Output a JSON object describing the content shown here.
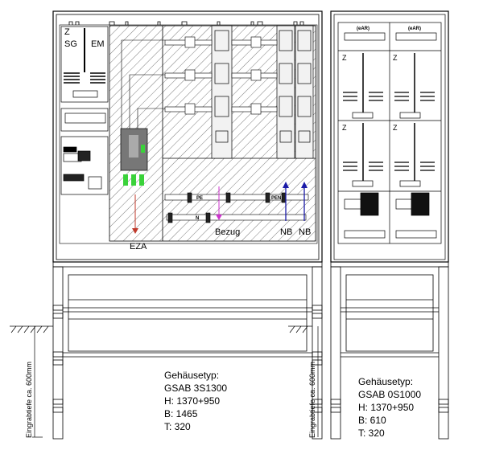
{
  "main_cabinet": {
    "meter_labels": {
      "z": "Z",
      "sg": "SG",
      "em": "EM"
    },
    "feed_label": "EZA",
    "consumption_label": "Bezug",
    "grid_labels": [
      "NB",
      "NB"
    ],
    "busbar_labels": {
      "pe": "PE",
      "pen": "PEN",
      "n": "N"
    },
    "depth_note": "Eingrabtiefe ca. 600mm",
    "info": {
      "title": "Gehäusetyp:",
      "type": "GSAB 3S1300",
      "height": "H: 1370+950",
      "width": "B: 1465",
      "depth": "T: 320"
    }
  },
  "side_cabinet": {
    "top_labels": [
      "(eAR)",
      "(eAR)"
    ],
    "meter_labels": [
      "Z",
      "Z",
      "Z",
      "Z"
    ],
    "depth_note": "Eingrabtiefe ca. 600mm",
    "info": {
      "title": "Gehäusetyp:",
      "type": "GSAB 0S1000",
      "height": "H: 1370+950",
      "width": "B: 610",
      "depth": "T: 320"
    }
  },
  "colors": {
    "feed_arrow": "#c0392b",
    "consumption_arrow": "#cc33cc",
    "grid_arrow": "#1a1aa8",
    "terminal": "#3ad23a"
  }
}
